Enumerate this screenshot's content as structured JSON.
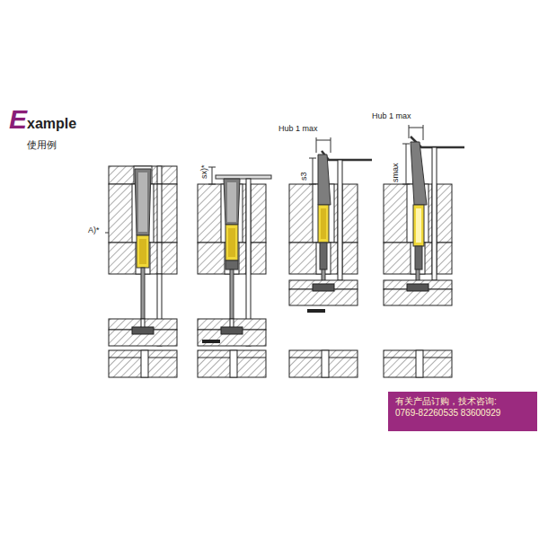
{
  "diagram": {
    "title": "Example",
    "nodes": [
      {
        "text": [
          "有关产品订购，技术咨询:",
          "0769-82260535 83600929"
        ]
      }
    ],
    "labels": [
      "使用例",
      "A)*",
      "sx)*",
      "Hub 1 max",
      "s3",
      "Hub 1 max",
      "smax"
    ]
  }
}
